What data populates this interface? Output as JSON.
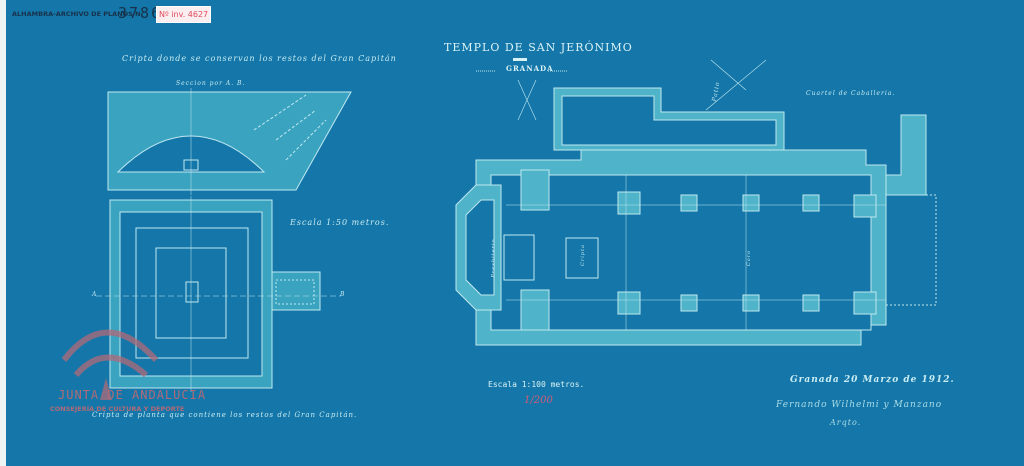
{
  "archive": {
    "label": "ALHAMBRA-ARCHIVO DE PLANOS N.",
    "number": "3786",
    "inventory": "Nº inv. 4627"
  },
  "title": "TEMPLO DE SAN JERÓNIMO",
  "city": "GRANADA",
  "crypt": {
    "title": "Cripta donde se conservan los restos del Gran Capitán",
    "section": "Seccion por A. B.",
    "scale": "Escala 1:50 metros.",
    "caption": "Cripta de planta que contiene los restos del Gran Capitán.",
    "label_a": "A",
    "label_b": "B"
  },
  "plan": {
    "labels": {
      "patio": "Patio",
      "cuartel": "Cuartel de Caballeria.",
      "presbiterio": "Presbiterio",
      "cripta": "Cripta",
      "coro": "Coro"
    },
    "scale": "Escala 1:100 metros.",
    "scale_note": "1/200",
    "date": "Granada 20 Marzo de 1912.",
    "signature": "Fernando Wilhelmi y Manzano",
    "signature_role": "Arqto."
  },
  "watermark": {
    "name": "JUNTA DE ANDALUCIA",
    "sub": "CONSEJERÍA DE CULTURA Y DEPORTE"
  },
  "colors": {
    "paper": "#1577a9",
    "line": "#bfe9f1",
    "wall": "#4fb3c9",
    "watermark": "#b06a78"
  }
}
